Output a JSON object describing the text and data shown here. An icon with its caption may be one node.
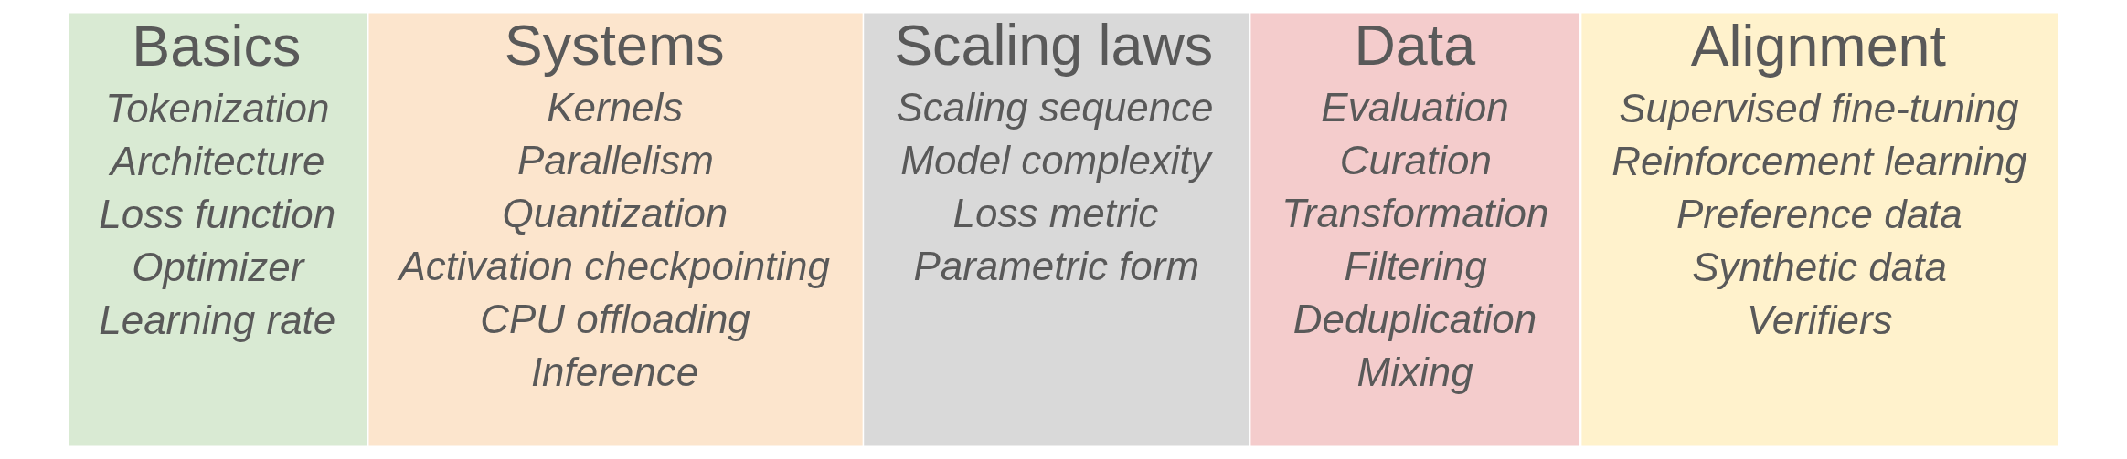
{
  "diagram": {
    "nodes": [
      {
        "text": [
          "Basics",
          "Tokenization",
          "Architecture",
          "Loss function",
          "Optimizer",
          "Learning rate"
        ]
      },
      {
        "text": [
          "Systems",
          "Kernels",
          "Parallelism",
          "Quantization",
          "Activation checkpointing",
          "CPU offloading",
          "Inference"
        ]
      },
      {
        "text": [
          "Scaling laws",
          "Scaling sequence",
          "Model complexity",
          "Loss metric",
          "Parametric form"
        ]
      },
      {
        "text": [
          "Data",
          "Evaluation",
          "Curation",
          "Transformation",
          "Filtering",
          "Deduplication",
          "Mixing"
        ]
      },
      {
        "text": [
          "Alignment",
          "Supervised fine-tuning",
          "Reinforcement learning",
          "Preference data",
          "Synthetic data",
          "Verifiers"
        ]
      }
    ]
  }
}
